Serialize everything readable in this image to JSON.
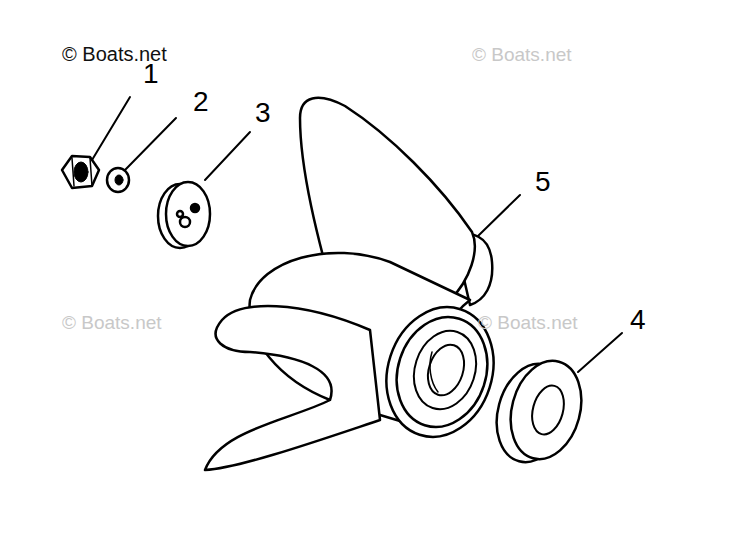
{
  "diagram": {
    "labels": [
      "© Boats.net",
      "1",
      "© Boats.net",
      "2",
      "3",
      "5",
      "© Boats.net",
      "© Boats.net",
      "4"
    ]
  }
}
